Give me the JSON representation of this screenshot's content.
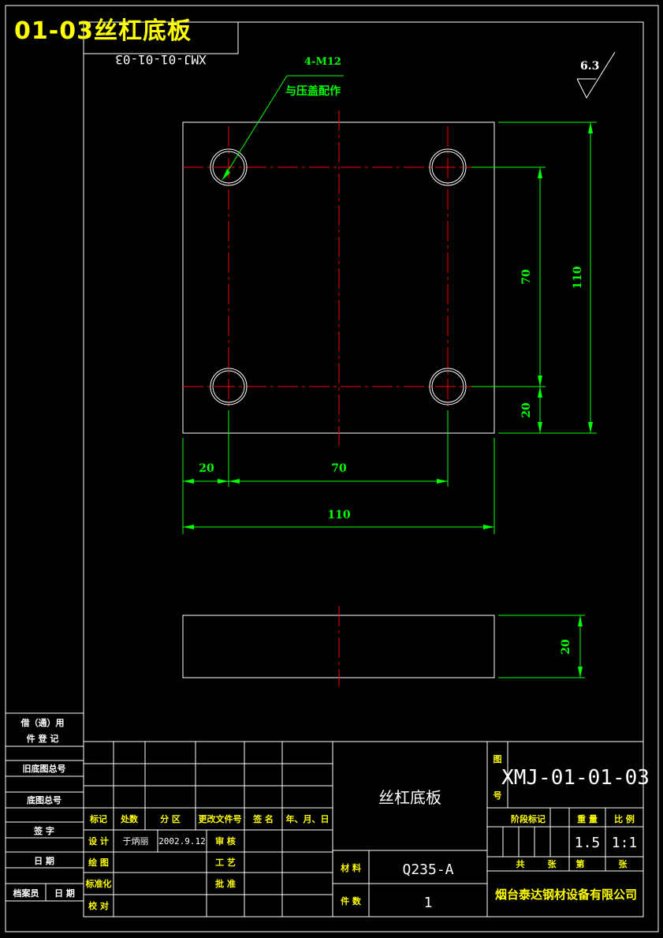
{
  "headline": "01-03丝杠底板",
  "roughness": "6.3",
  "callout": {
    "thread": "4-M12",
    "note": "与压盖配作"
  },
  "dimensions": {
    "bottom_20": "20",
    "bottom_70": "70",
    "bottom_110": "110",
    "right_70": "70",
    "right_110": "110",
    "right_20": "20",
    "thickness_20": "20"
  },
  "left_strip": {
    "reg": "借（通）用",
    "reg2": "件 登 记",
    "old_no": "旧底图总号",
    "base_no": "底图总号",
    "sign": "签  字",
    "date": "日  期",
    "archivist": "档案员",
    "archive_date": "日 期"
  },
  "title_block": {
    "part_name": "丝杠底板",
    "drawing_no_label_1": "图",
    "drawing_no_label_2": "号",
    "drawing_no": "XMJ-01-01-03",
    "mark": "标记",
    "count": "处数",
    "zone": "分 区",
    "change_doc": "更改文件号",
    "signature": "签 名",
    "ymd": "年、月、日",
    "design": "设 计",
    "designer": "于炳丽",
    "design_date": "2002.9.12",
    "review": "审 核",
    "drawing": "绘 图",
    "process": "工 艺",
    "standard": "标准化",
    "approve": "批 准",
    "check": "校 对",
    "material_label": "材 料",
    "material": "Q235-A",
    "qty_label": "件 数",
    "qty": "1",
    "stage_mark": "阶段标记",
    "weight_label": "重 量",
    "scale_label": "比 例",
    "weight": "1.5",
    "scale": "1:1",
    "total_label": "共",
    "sheet_label": "张",
    "page_label": "第",
    "page_sheet_label": "张",
    "company": "烟台泰达钢材设备有限公司"
  },
  "mirrored_box_text": "XMJ-01-01-03"
}
